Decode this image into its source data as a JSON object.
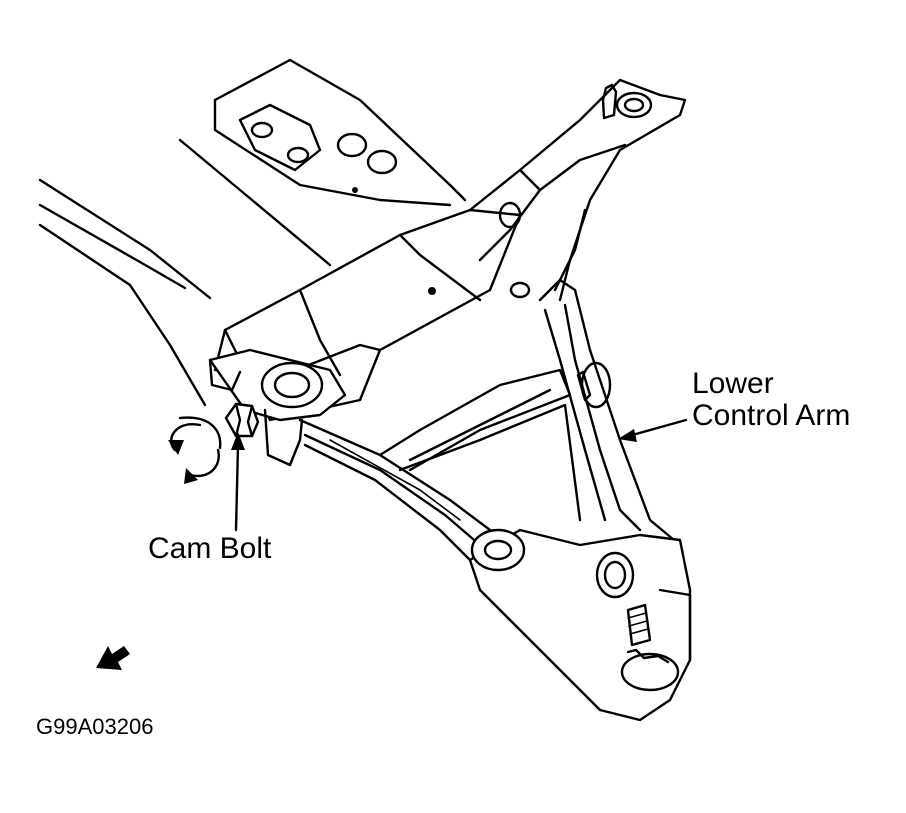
{
  "labels": {
    "lower_control_arm_line1": "Lower",
    "lower_control_arm_line2": "Control Arm",
    "cam_bolt": "Cam Bolt"
  },
  "figure_code": "G99A03206",
  "colors": {
    "ink": "#000000",
    "background": "#ffffff"
  },
  "icons": [
    "rotation-arrows-icon",
    "front-direction-arrow-icon"
  ]
}
